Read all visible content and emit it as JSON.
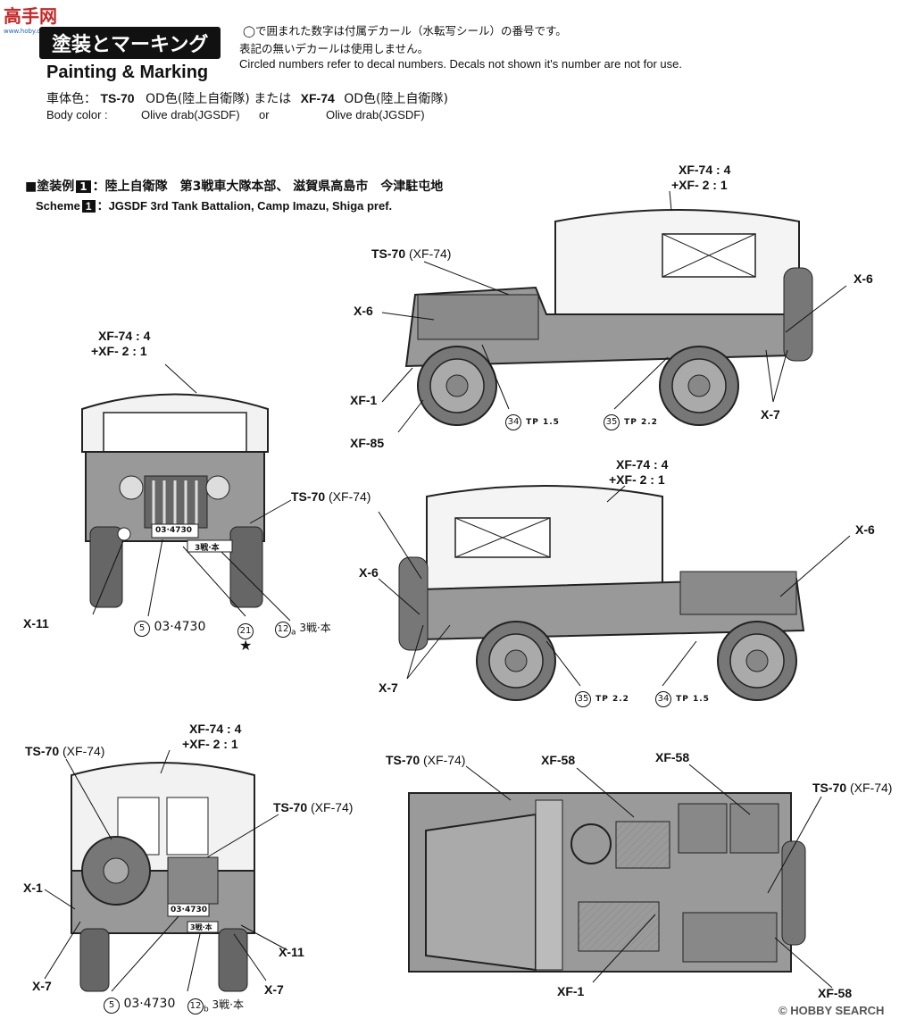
{
  "logo": {
    "text": "高手网",
    "sub": "www.hoby.com.cn"
  },
  "header": {
    "title_jp": "塗装とマーキング",
    "title_en": "Painting & Marking",
    "note_jp_1": "◯で囲まれた数字は付属デカール（水転写シール）の番号です。",
    "note_jp_2": "表記の無いデカールは使用しません。",
    "note_en": "Circled numbers refer to decal numbers. Decals not shown it's number are not for use."
  },
  "body_color": {
    "label_jp": "車体色：",
    "label_en": "Body color :",
    "paint1_code": "TS-70",
    "paint1_jp": "OD色(陸上自衛隊)",
    "or_jp": "または",
    "paint2_code": "XF-74",
    "paint2_jp": "OD色(陸上自衛隊)",
    "paint1_en": "Olive drab(JGSDF)",
    "or_en": "or",
    "paint2_en": "Olive drab(JGSDF)"
  },
  "scheme": {
    "prefix_jp": "■塗装例",
    "number": "1",
    "text_jp": "：陸上自衛隊　第3戦車大隊本部、 滋賀県高島市　今津駐屯地",
    "prefix_en": "Scheme",
    "text_en": "：JGSDF 3rd Tank Battalion, Camp Imazu, Shiga pref."
  },
  "labels": {
    "mix_a": "XF-74 : 4",
    "mix_b": "+XF-  2 : 1",
    "ts70": "TS-70",
    "ts70_paren": "(XF-74)",
    "x6": "X-6",
    "x7": "X-7",
    "x1": "X-1",
    "x11": "X-11",
    "xf1": "XF-1",
    "xf85": "XF-85",
    "xf58": "XF-58"
  },
  "decals": {
    "d34": "34",
    "d35": "35",
    "d5": "5",
    "d21": "21",
    "d12": "12",
    "tp15": "TP 1.5",
    "tp22": "TP 2.2",
    "plate": "03-4730",
    "plate_caption": "03·4730",
    "unit_mark": "3戦·本",
    "suffix_a": "a",
    "suffix_b": "b",
    "star": "★"
  },
  "plates": {
    "front_plate": "03·4730",
    "front_unit": "3戦·本",
    "rear_plate": "03·4730",
    "rear_unit": "3戦·本"
  },
  "watermark": "HOBBY SEARCH",
  "watermark_copy": "©"
}
